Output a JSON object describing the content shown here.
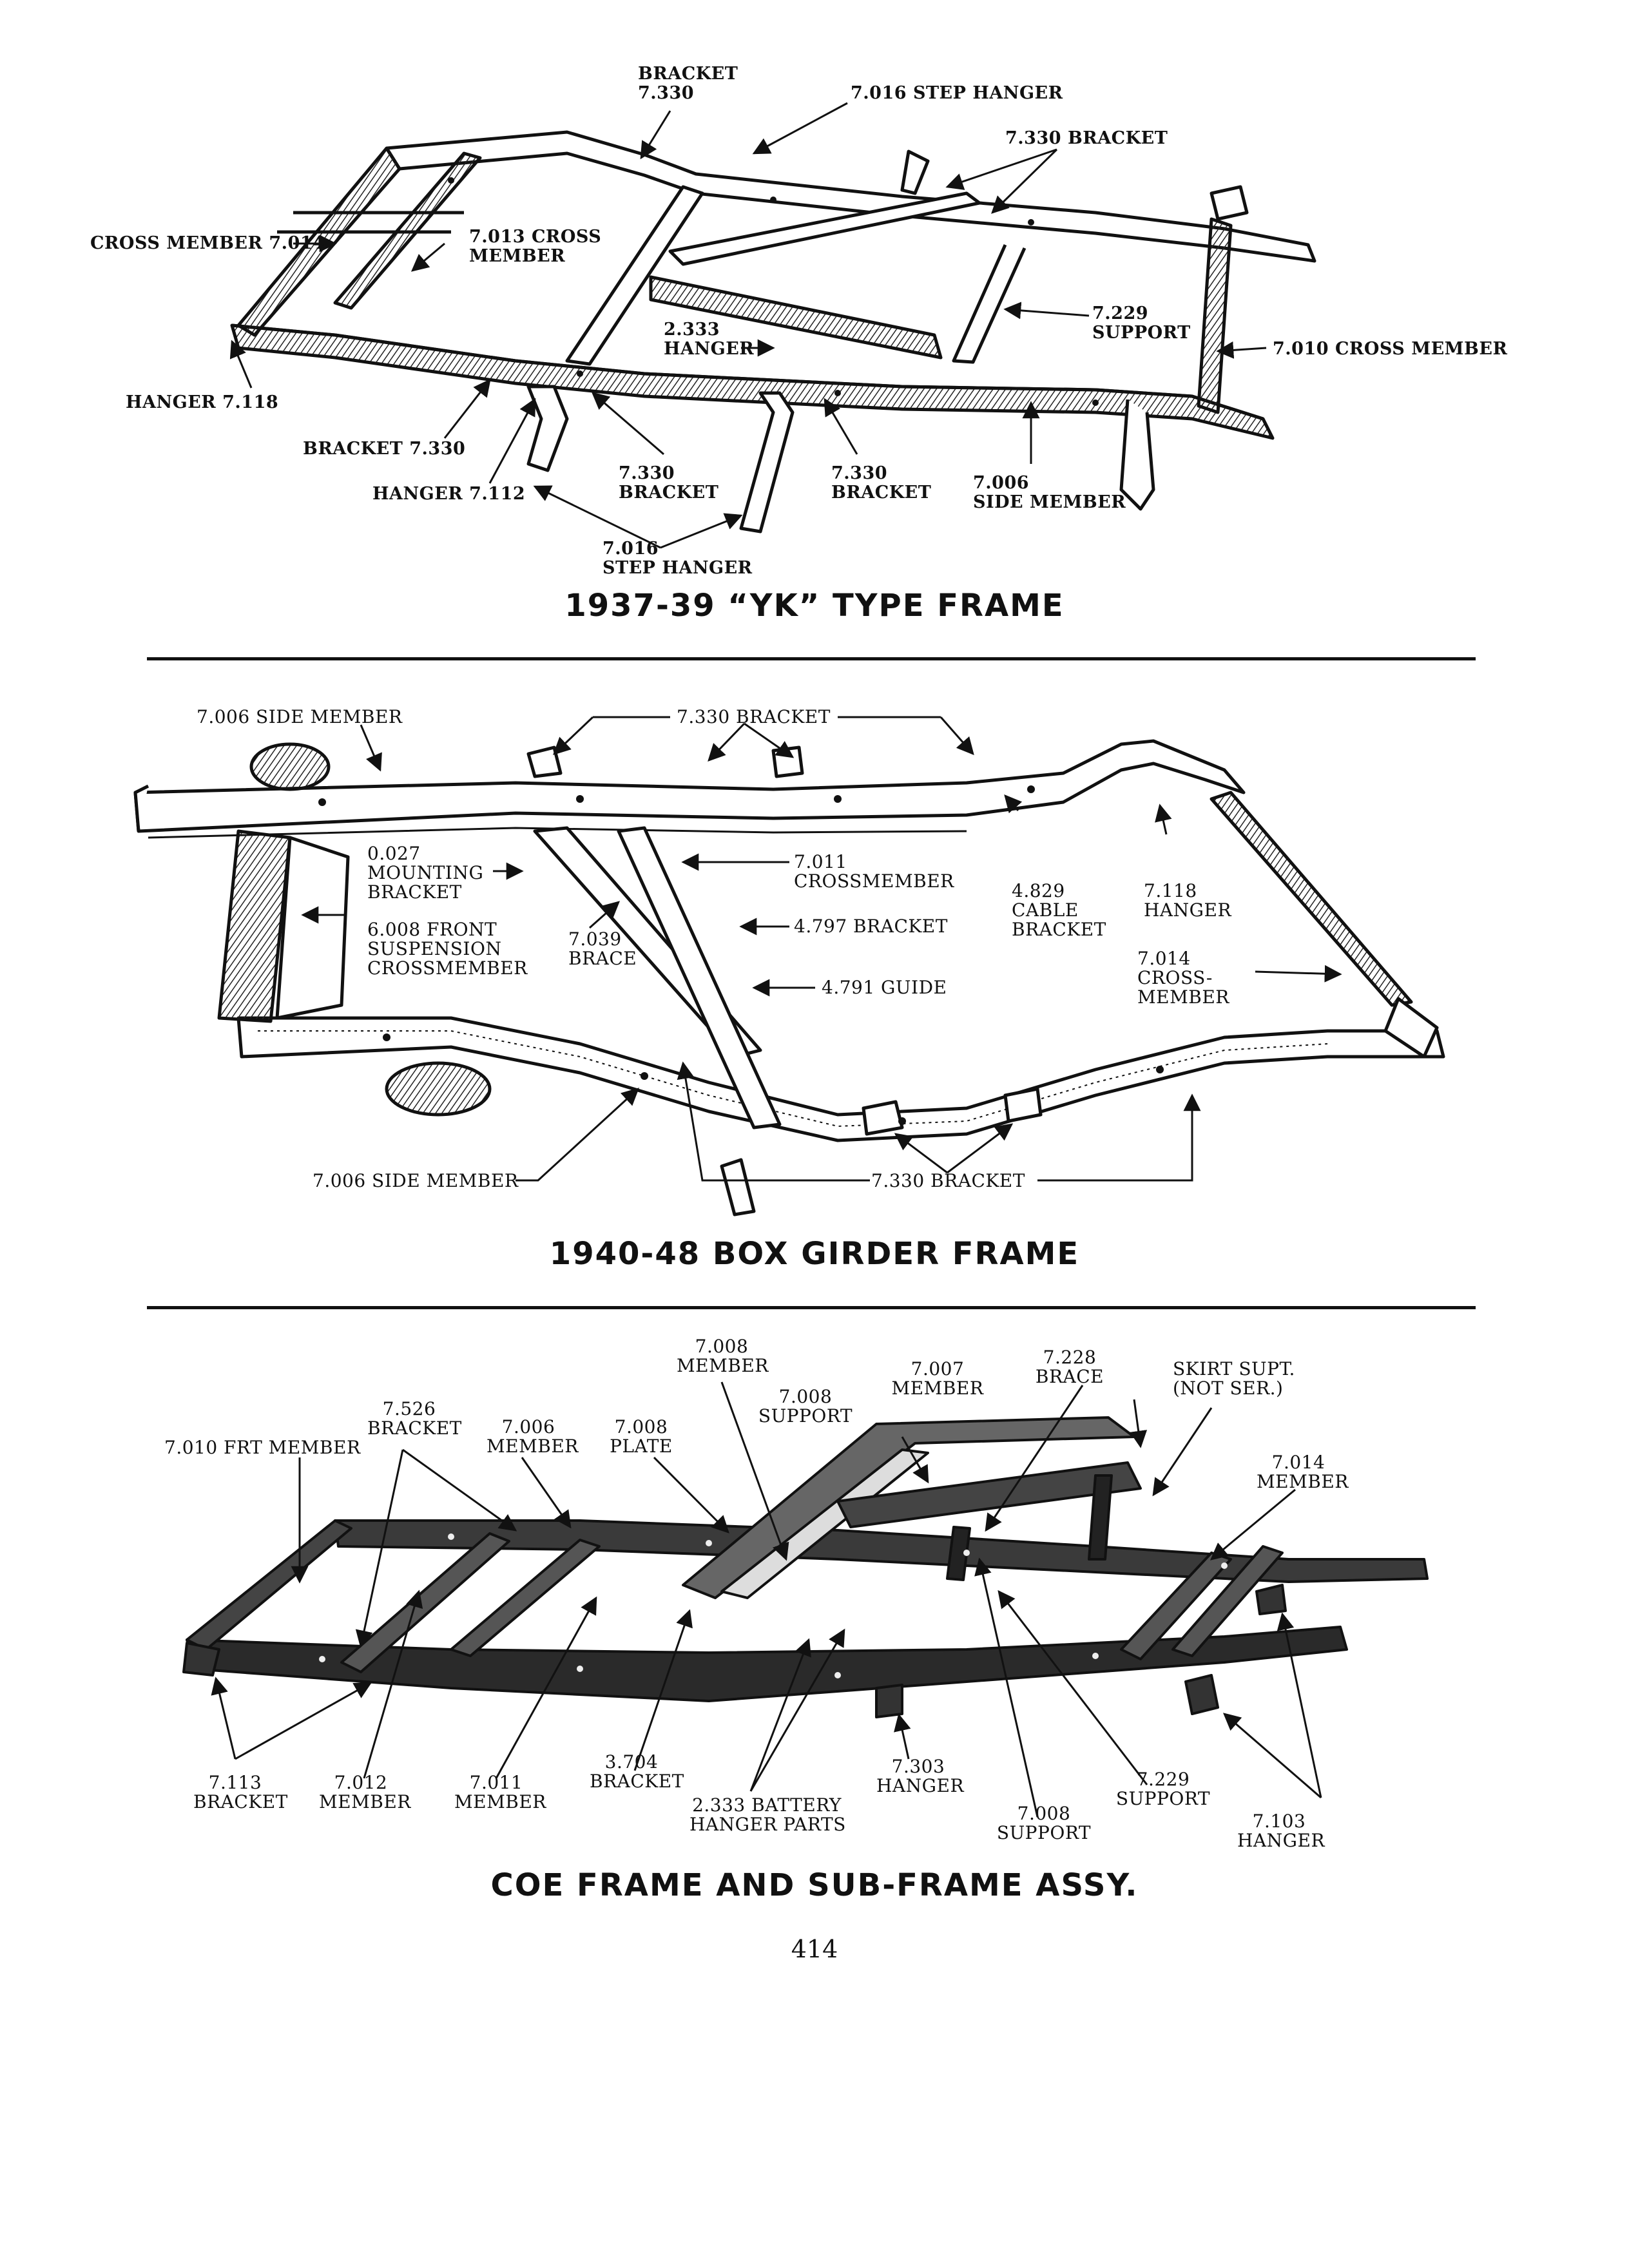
{
  "page_number": "414",
  "figures": [
    {
      "title": "1937-39 “YK” TYPE FRAME",
      "labels": {
        "bracket_top": [
          "BRACKET",
          "7.330"
        ],
        "step_hanger_top": [
          "7.016 STEP HANGER"
        ],
        "bracket_top_right": [
          "7.330 BRACKET"
        ],
        "cross_member_left": [
          "CROSS MEMBER 7.014"
        ],
        "cross_member_7013": [
          "7.013 CROSS",
          "MEMBER"
        ],
        "support_7229": [
          "7.229",
          "SUPPORT"
        ],
        "hanger_2333": [
          "2.333",
          "HANGER"
        ],
        "cross_member_7010": [
          "7.010 CROSS MEMBER"
        ],
        "hanger_7118": [
          "HANGER 7.118"
        ],
        "bracket_7330_left": [
          "BRACKET 7.330"
        ],
        "hanger_7112": [
          "HANGER 7.112"
        ],
        "bracket_mid_1": [
          "7.330",
          "BRACKET"
        ],
        "bracket_mid_2": [
          "7.330",
          "BRACKET"
        ],
        "side_member": [
          "7.006",
          "SIDE MEMBER"
        ],
        "step_hanger_bottom": [
          "7.016",
          "STEP HANGER"
        ]
      }
    },
    {
      "title": "1940-48 BOX GIRDER FRAME",
      "labels": {
        "side_member_top": [
          "7.006 SIDE MEMBER"
        ],
        "bracket_top": [
          "7.330 BRACKET"
        ],
        "mounting_bracket": [
          "0.027",
          "MOUNTING",
          "BRACKET"
        ],
        "crossmember_7011": [
          "7.011",
          "CROSSMEMBER"
        ],
        "cable_bracket": [
          "4.829",
          "CABLE",
          "BRACKET"
        ],
        "hanger_7118": [
          "7.118",
          "HANGER"
        ],
        "front_suspension": [
          "6.008 FRONT",
          "SUSPENSION",
          "CROSSMEMBER"
        ],
        "brace_7039": [
          "7.039",
          "BRACE"
        ],
        "bracket_4797": [
          "4.797 BRACKET"
        ],
        "cross_member_7014": [
          "7.014",
          "CROSS-",
          "MEMBER"
        ],
        "guide_4791": [
          "4.791 GUIDE"
        ],
        "side_member_bottom": [
          "7.006 SIDE MEMBER"
        ],
        "bracket_bottom": [
          "7.330 BRACKET"
        ]
      }
    },
    {
      "title": "COE FRAME AND SUB-FRAME ASSY.",
      "labels": {
        "member_7008": [
          "7.008",
          "MEMBER"
        ],
        "brace_7228": [
          "7.228",
          "BRACE"
        ],
        "member_7007": [
          "7.007",
          "MEMBER"
        ],
        "support_7008_top": [
          "7.008",
          "SUPPORT"
        ],
        "skirt_support": [
          "SKIRT SUPT.",
          "(NOT SER.)"
        ],
        "bracket_7526": [
          "7.526",
          "BRACKET"
        ],
        "member_7006": [
          "7.006",
          "MEMBER"
        ],
        "plate_7008": [
          "7.008",
          "PLATE"
        ],
        "frt_member_7010": [
          "7.010 FRT MEMBER"
        ],
        "member_7014": [
          "7.014",
          "MEMBER"
        ],
        "bracket_7113": [
          "7.113",
          "BRACKET"
        ],
        "member_7012": [
          "7.012",
          "MEMBER"
        ],
        "member_7011": [
          "7.011",
          "MEMBER"
        ],
        "bracket_3704": [
          "3.704",
          "BRACKET"
        ],
        "battery_hanger": [
          "2.333 BATTERY",
          "HANGER PARTS"
        ],
        "hanger_7303": [
          "7.303",
          "HANGER"
        ],
        "support_7008_bottom": [
          "7.008",
          "SUPPORT"
        ],
        "support_7229": [
          "7.229",
          "SUPPORT"
        ],
        "hanger_7103": [
          "7.103",
          "HANGER"
        ]
      }
    }
  ]
}
